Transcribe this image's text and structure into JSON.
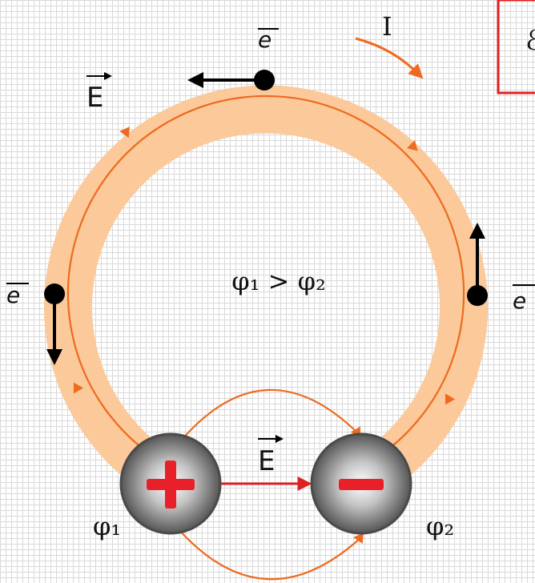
{
  "labels": {
    "electron_top": "e",
    "electron_left": "e",
    "electron_right": "e",
    "current": "I",
    "field_ring": "E",
    "field_center": "E",
    "potential_relation": "φ₁ > φ₂",
    "phi1": "φ₁",
    "phi2": "φ₂",
    "plus_sign": "+",
    "minus_sign": "−",
    "box_partial": "ℰ"
  },
  "colors": {
    "ring": "#fbc99a",
    "field_line": "#ee6a1e",
    "inner_arrow": "#dd2222",
    "charge_symbol": "#e8202a",
    "box_border": "#e02020",
    "sphere": "#8a8a8a"
  }
}
